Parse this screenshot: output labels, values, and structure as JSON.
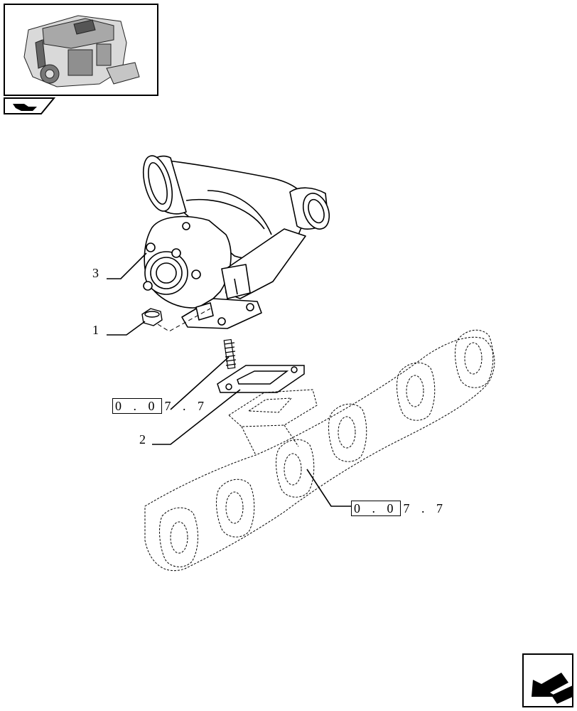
{
  "callouts": [
    {
      "id": "3",
      "label": "3"
    },
    {
      "id": "1",
      "label": "1"
    },
    {
      "id": "2",
      "label": "2"
    }
  ],
  "references": [
    {
      "boxed": "0 . 0",
      "rest": "7 . 7"
    },
    {
      "boxed": "0 . 0",
      "rest": "7 . 7"
    }
  ],
  "icons": {
    "thumbnail": "engine-thumbnail-icon",
    "section_tab": "section-tab-icon",
    "next_page": "next-page-arrow-icon"
  }
}
